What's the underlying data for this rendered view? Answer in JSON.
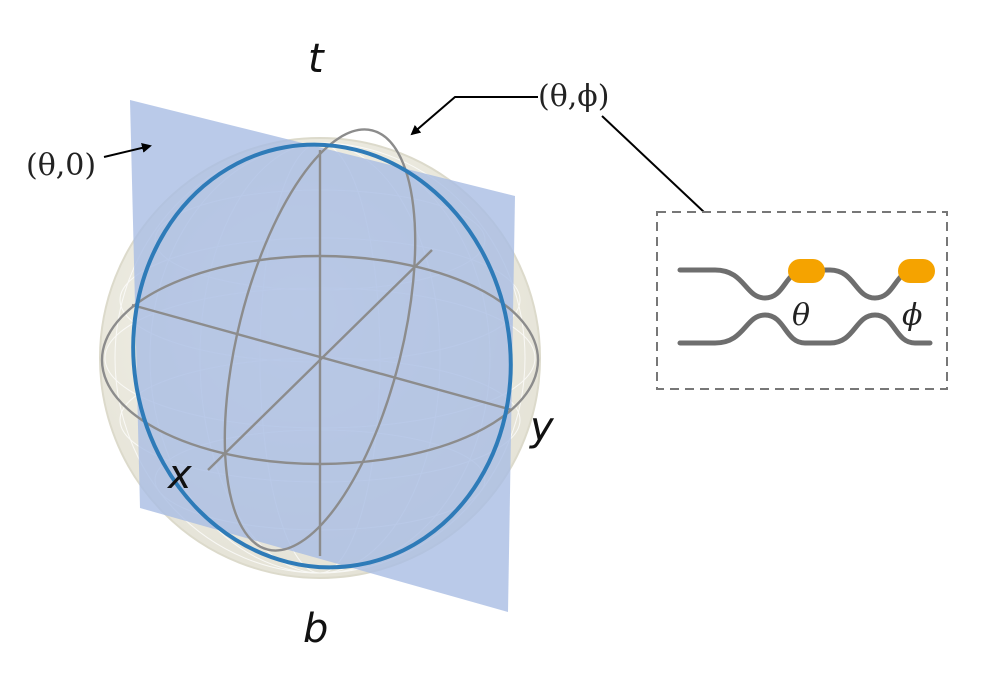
{
  "axes": {
    "top": "t",
    "bottom": "b",
    "x": "x",
    "y": "y"
  },
  "annotations": {
    "fixed_phase": "(θ,0)",
    "general_state": "(θ,ϕ)"
  },
  "inset": {
    "phase_shifter_1": "θ",
    "phase_shifter_2": "ϕ"
  },
  "colors": {
    "plane_fill": "#a9bde3",
    "highlight_circle": "#2e7bb8",
    "gridline": "#808080",
    "sphere_fill": "#e8e6da",
    "phase_shifter": "#f5a300",
    "waveguide": "#6e6e6e",
    "inset_border": "#777777"
  }
}
